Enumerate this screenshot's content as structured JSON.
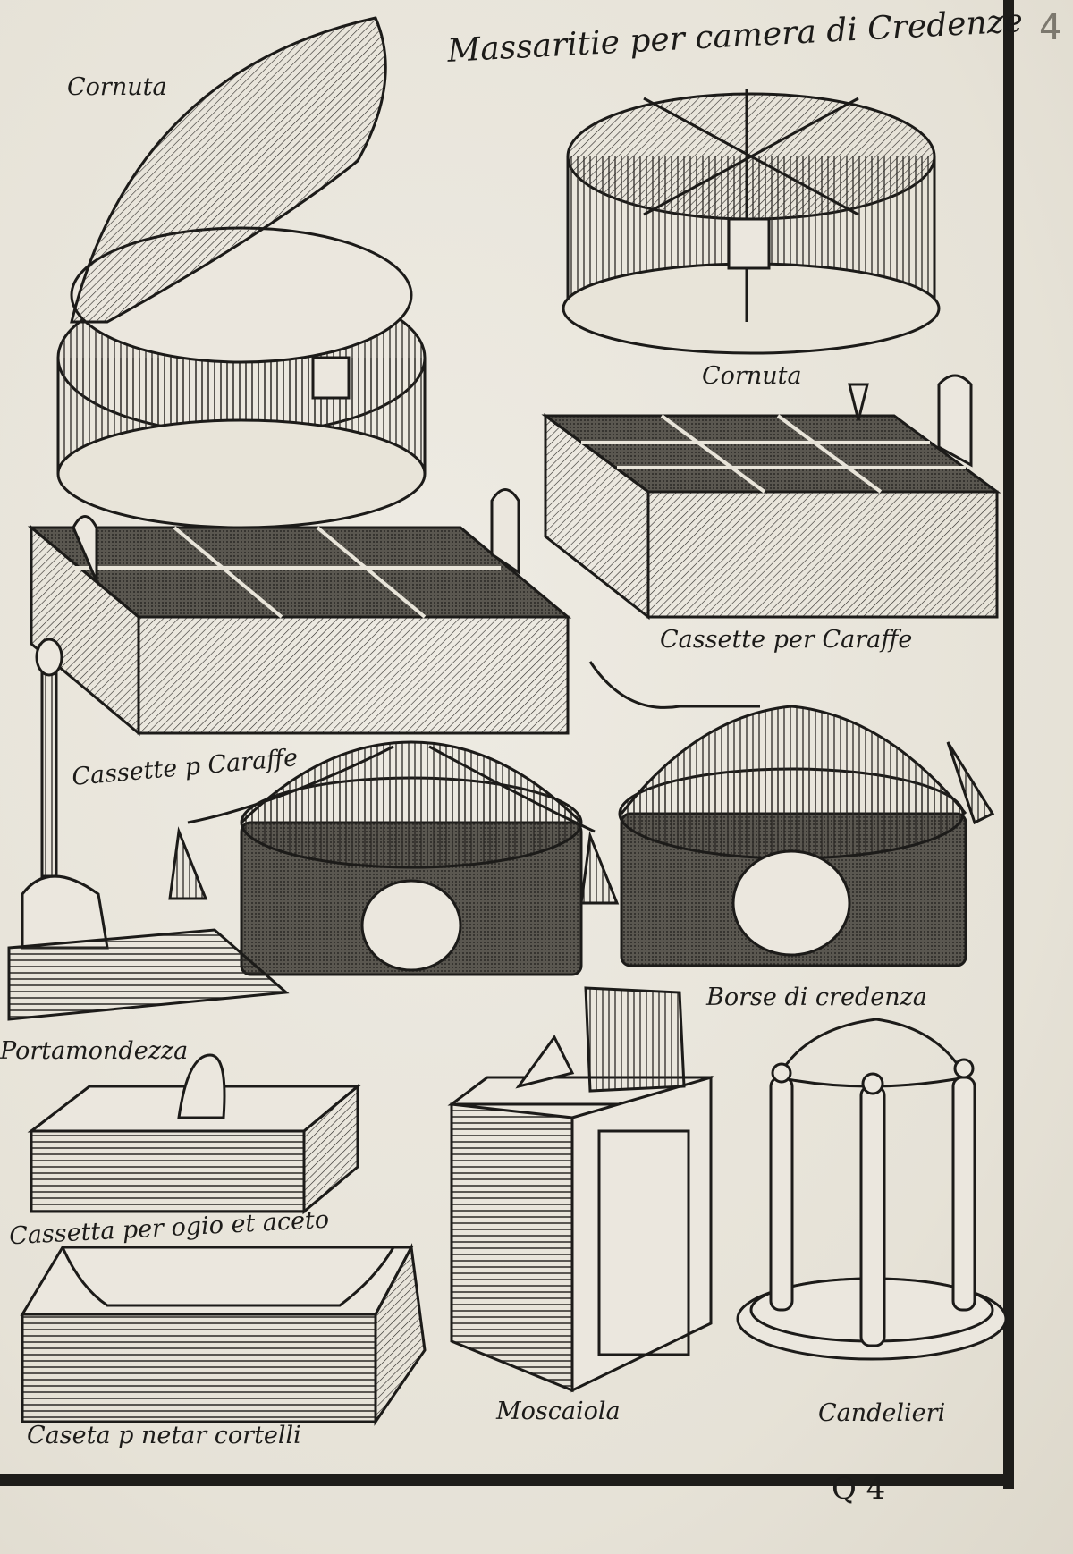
{
  "page": {
    "title": "Massaritie per camera di Credenze",
    "page_number": "4",
    "signature": "Q 4"
  },
  "items": [
    {
      "label": "Cornuta"
    },
    {
      "label": "Cornuta"
    },
    {
      "label": "Cassette per Caraffe"
    },
    {
      "label": "Cassette p Caraffe"
    },
    {
      "label": "Borse di credenza"
    },
    {
      "label": "Portamondezza"
    },
    {
      "label": "Cassetta per ogio et aceto"
    },
    {
      "label": "Caseta p netar cortelli"
    },
    {
      "label": "Moscaiola"
    },
    {
      "label": "Candelieri"
    }
  ],
  "colors": {
    "paper": "#e9e6dd",
    "ink": "#1c1b19",
    "shade": "#4a4843"
  }
}
